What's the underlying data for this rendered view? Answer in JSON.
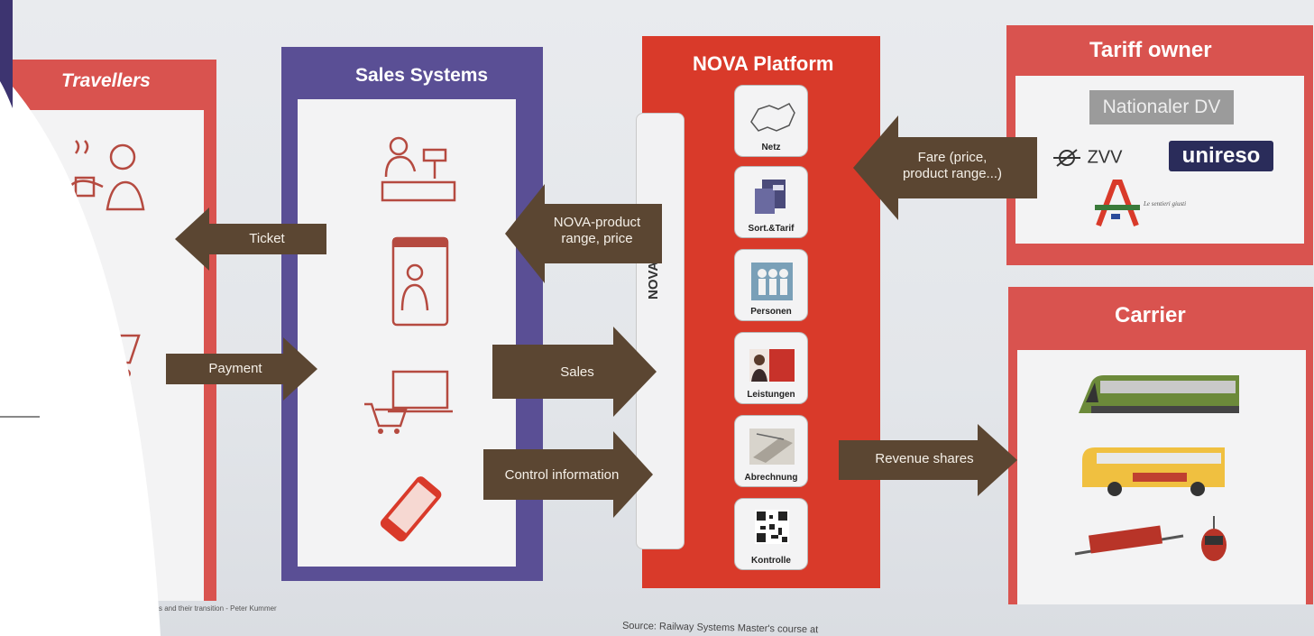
{
  "sections": {
    "travellers": "Travellers",
    "sales_systems": "Sales Systems",
    "nova_platform": "NOVA Platform",
    "tariff_owner": "Tariff owner",
    "carrier": "Carrier"
  },
  "nova_strip_label": "NOVA",
  "nova_tiles": [
    "Netz",
    "Sort.&Tarif",
    "Personen",
    "Leistungen",
    "Abrechnung",
    "Kontrolle"
  ],
  "arrows": {
    "ticket": "Ticket",
    "payment": "Payment",
    "nova_product_line1": "NOVA-product",
    "nova_product_line2": "range, price",
    "sales": "Sales",
    "control_information": "Control information",
    "fare_line1": "Fare (price,",
    "fare_line2": "product  range...)",
    "revenue_shares": "Revenue shares"
  },
  "tariff_logos": {
    "nationaler_dv": "Nationaler DV",
    "zvv": "ZVV",
    "unireso": "unireso",
    "a_tagline": "Le sentieri giusti"
  },
  "footer": {
    "left": "s and their transition - Peter Kummer",
    "source": "Source: Railway Systems Master's course at"
  },
  "colors": {
    "red": "#d9534f",
    "nova_red": "#d93a2a",
    "purple": "#5a4f95",
    "arrow_brown": "#5b4632"
  }
}
